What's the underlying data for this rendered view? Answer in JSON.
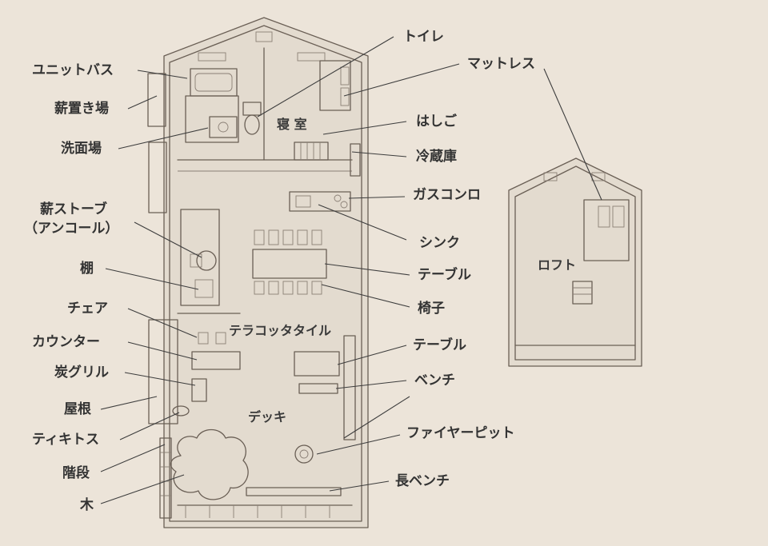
{
  "labels": {
    "unit_bath": "ユニットバス",
    "firewood": "薪置き場",
    "washroom": "洗面場",
    "stove_line1": "薪ストーブ",
    "stove_line2": "（アンコール）",
    "shelf": "棚",
    "chair": "チェア",
    "counter": "カウンター",
    "grill": "炭グリル",
    "roof": "屋根",
    "tikitos": "ティキトス",
    "stairs": "階段",
    "tree": "木",
    "toilet": "トイレ",
    "mattress": "マットレス",
    "ladder": "はしご",
    "fridge": "冷蔵庫",
    "gas_stove": "ガスコンロ",
    "sink": "シンク",
    "table1": "テーブル",
    "chairs": "椅子",
    "table2": "テーブル",
    "bench": "ベンチ",
    "firepit": "ファイヤーピット",
    "long_bench": "長ベンチ"
  },
  "rooms": {
    "bedroom": "寝 室",
    "terracotta": "テラコッタタイル",
    "deck": "デッキ",
    "loft": "ロフト"
  }
}
